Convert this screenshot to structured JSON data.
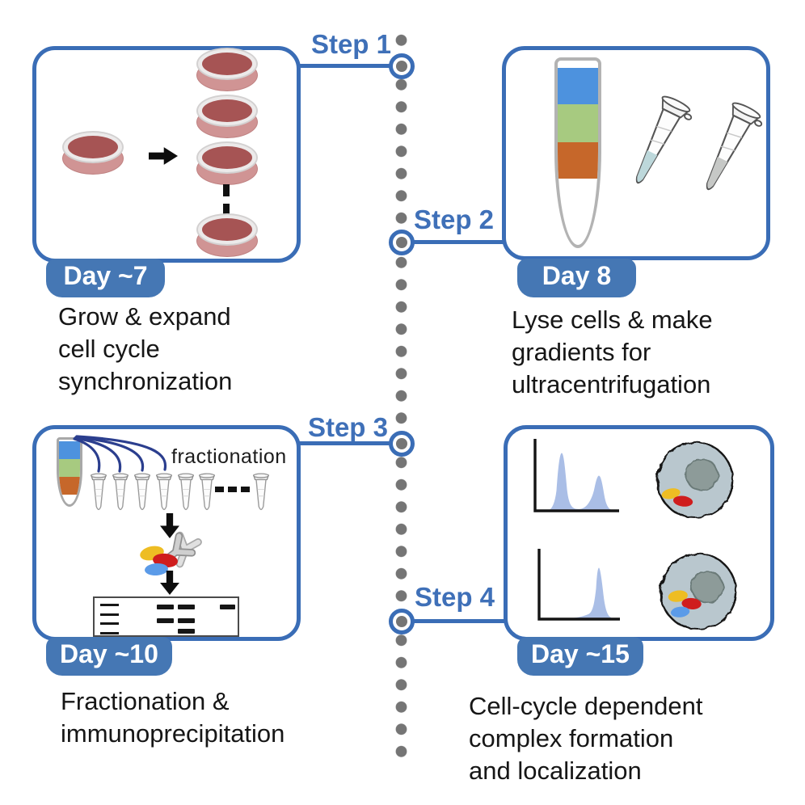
{
  "figure": {
    "kind": "protocol-timeline"
  },
  "palette": {
    "accent_blue": "#3a6db6",
    "badge_blue": "#4577b4",
    "step_text_blue": "#3f70b8",
    "timeline_dot_gray": "#757575",
    "gradient_blue": "#4d92de",
    "gradient_green": "#a7ca80",
    "gradient_orange": "#c6672a",
    "petri_media_red": "#a65454",
    "petri_side_pink": "#d09494",
    "complex_yellow": "#eebd23",
    "complex_red": "#cf1d1d",
    "complex_blue": "#5b9be8",
    "histogram_blue": "#aabee6",
    "cell_body_gray": "#b9c7ce",
    "nucleus_gray": "#8d9b99",
    "tube_liquid_blue": "#bdd8db",
    "tube_liquid_gray": "#c6c8c6"
  },
  "steps": [
    {
      "step_label": "Step 1",
      "day_label": "Day ~7",
      "caption_lines": [
        "Grow & expand",
        "cell cycle",
        "synchronization"
      ]
    },
    {
      "step_label": "Step 2",
      "day_label": "Day 8",
      "caption_lines": [
        "Lyse cells & make",
        "gradients for",
        "ultracentrifugation"
      ]
    },
    {
      "step_label": "Step 3",
      "day_label": "Day ~10",
      "caption_lines": [
        "Fractionation &",
        "immunoprecipitation"
      ],
      "annotation": "fractionation"
    },
    {
      "step_label": "Step 4",
      "day_label": "Day ~15",
      "caption_lines": [
        "Cell-cycle dependent",
        "complex formation",
        "and localization"
      ]
    }
  ]
}
